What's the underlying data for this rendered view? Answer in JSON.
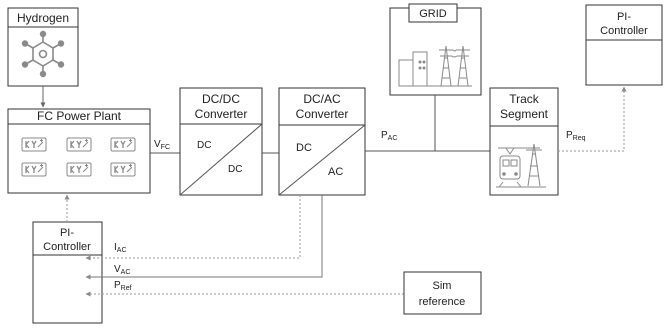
{
  "hydrogen_block": {
    "title": "Hydrogen",
    "icon": "hydrogen-molecule-icon"
  },
  "fc_power_plant": {
    "title": "FC Power Plant",
    "cell_icon": "fuel-cell-stack-icon",
    "cell_count": 6
  },
  "dcdc_converter": {
    "title_line1": "DC/DC",
    "title_line2": "Converter",
    "input_label": "DC",
    "output_label": "DC"
  },
  "dcac_converter": {
    "title_line1": "DC/AC",
    "title_line2": "Converter",
    "input_label": "DC",
    "output_label": "AC"
  },
  "grid_block": {
    "title": "GRID",
    "icon": "power-grid-icon"
  },
  "track_segment": {
    "title_line1": "Track",
    "title_line2": "Segment",
    "icon": "train-catenary-icon"
  },
  "pi_controller_top": {
    "title_line1": "PI-",
    "title_line2": "Controller"
  },
  "pi_controller_bottom": {
    "title_line1": "PI-",
    "title_line2": "Controller"
  },
  "sim_reference": {
    "title_line1": "Sim",
    "title_line2": "reference"
  },
  "signals": {
    "v_fc": {
      "main": "V",
      "sub": "FC"
    },
    "p_ac": {
      "main": "P",
      "sub": "AC"
    },
    "p_req": {
      "main": "P",
      "sub": "Req"
    },
    "i_ac": {
      "main": "I",
      "sub": "AC"
    },
    "v_ac": {
      "main": "V",
      "sub": "AC"
    },
    "p_ref": {
      "main": "P",
      "sub": "Ref"
    }
  },
  "colors": {
    "line": "#555555",
    "dashed_line": "#9a9a9a",
    "icon": "#8a8a8a",
    "text": "#222222"
  }
}
